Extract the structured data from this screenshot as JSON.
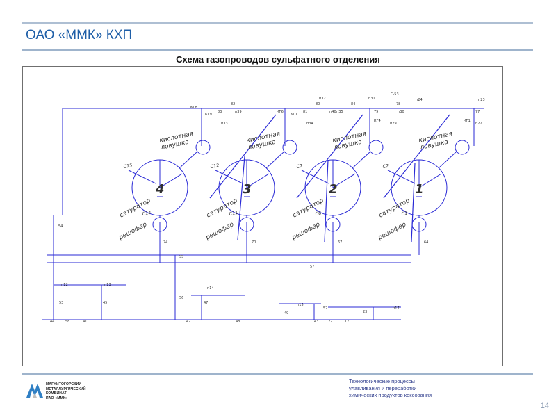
{
  "header": {
    "title": "ОАО «ММК» КХП"
  },
  "scheme": {
    "title": "Схема газопроводов сульфатного отделения",
    "saturators": [
      {
        "number": "4",
        "vessel_id": "С15",
        "sub_id": "С14",
        "label": "сатуратор",
        "resh": "решофер",
        "trap": [
          "кислотная",
          "ловушка"
        ]
      },
      {
        "number": "3",
        "vessel_id": "С12",
        "sub_id": "С11",
        "label": "сатуратор",
        "resh": "решофер",
        "trap": [
          "кислотная",
          "ловушка"
        ]
      },
      {
        "number": "2",
        "vessel_id": "С7",
        "sub_id": "С6",
        "label": "сатуратор",
        "resh": "решофер",
        "trap": [
          "кислотная",
          "ловушка"
        ]
      },
      {
        "number": "1",
        "vessel_id": "С2",
        "sub_id": "С1",
        "label": "сатуратор",
        "resh": "решофер",
        "trap": [
          "кислотная",
          "ловушка"
        ]
      }
    ],
    "labels": [
      "п32",
      "п31",
      "С-53",
      "п23",
      "п24",
      "80",
      "84",
      "78",
      "77",
      "82",
      "81",
      "83",
      "п39",
      "п40",
      "п33",
      "п34",
      "п35",
      "79",
      "п29",
      "п30",
      "п22",
      "КГ8",
      "КГ9",
      "КГ6",
      "КГ7",
      "КГ4",
      "КГ1",
      "54",
      "74",
      "70",
      "67",
      "64",
      "55",
      "57",
      "56",
      "п12",
      "п13",
      "53",
      "45",
      "п14",
      "47",
      "п15",
      "49",
      "52",
      "п17",
      "23",
      "44",
      "58",
      "41",
      "42",
      "48",
      "43",
      "22",
      "17"
    ]
  },
  "footer": {
    "logo_text": [
      "МАГНИТОГОРСКИЙ",
      "МЕТАЛЛУРГИЧЕСКИЙ",
      "КОМБИНАТ",
      "ПАО «ММК»"
    ],
    "description": [
      "Технологические процессы",
      "улавливания и переработки",
      "химических продуктов коксования"
    ],
    "page_number": "14"
  }
}
